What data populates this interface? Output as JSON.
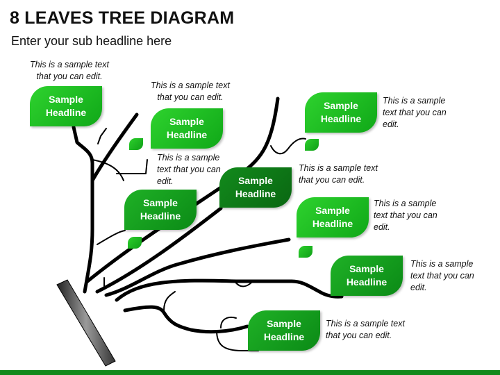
{
  "page": {
    "title": "8 LEAVES TREE DIAGRAM",
    "subtitle": "Enter your sub headline here"
  },
  "colors": {
    "leaf_bright": "#1fc121",
    "leaf_dark": "#0f7a18",
    "branch": "#000000",
    "bottom_bar": "#128a1c"
  },
  "leaves": [
    {
      "title": "Sample Headline",
      "text": "This is a sample text that you can edit."
    },
    {
      "title": "Sample Headline",
      "text": "This is a sample text that you can edit."
    },
    {
      "title": "Sample Headline",
      "text": "This is a sample text that you can edit."
    },
    {
      "title": "Sample Headline",
      "text": "This is a sample text that you can edit."
    },
    {
      "title": "Sample Headline",
      "text": "This is a sample text that you can edit."
    },
    {
      "title": "Sample Headline",
      "text": "This is a sample text that you can edit."
    },
    {
      "title": "Sample Headline",
      "text": "This is a sample text that you can edit."
    },
    {
      "title": "Sample Headline",
      "text": "This is a sample text that you can edit."
    }
  ]
}
